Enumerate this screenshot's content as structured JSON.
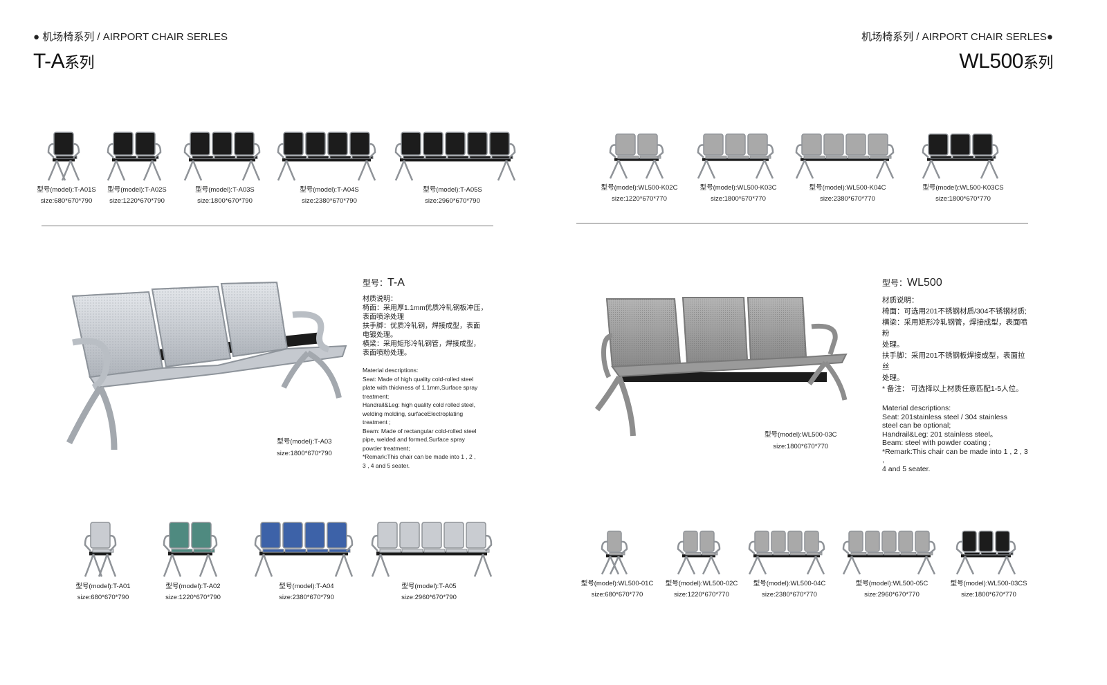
{
  "left": {
    "series_tag": "● 机场椅系列 / AIRPORT CHAIR SERLES",
    "series_title": "T-A",
    "series_suffix": "系列",
    "top_products": [
      {
        "model": "型号(model):T-A01S",
        "size": "size:680*670*790",
        "seats": 1,
        "color": "black"
      },
      {
        "model": "型号(model):T-A02S",
        "size": "size:1220*670*790",
        "seats": 2,
        "color": "black"
      },
      {
        "model": "型号(model):T-A03S",
        "size": "size:1800*670*790",
        "seats": 3,
        "color": "black"
      },
      {
        "model": "型号(model):T-A04S",
        "size": "size:2380*670*790",
        "seats": 4,
        "color": "black"
      },
      {
        "model": "型号(model):T-A05S",
        "size": "size:2960*670*790",
        "seats": 5,
        "color": "black"
      }
    ],
    "hero": {
      "model": "型号(model):T-A03",
      "size": "size:1800*670*790"
    },
    "description": {
      "model_prefix": "型号：",
      "model_name": "T-A",
      "cn": "材质说明：\n椅面：采用厚1.1mm优质冷轧钢板冲压，\n表面喷涂处理\n扶手脚：优质冷轧钢，焊接成型，表面\n电镀处理。\n横梁：采用矩形冷轧钢管，焊接成型，\n表面喷粉处理。",
      "en": "Material descriptions:\nSeat:  Made of high quality cold-rolled steel\nplate with thickness of 1.1mm,Surface spray\n treatment;\nHandrail&Leg:  high quality cold rolled steel,\nwelding molding, surfaceElectroplating\n treatment ;\nBeam:  Made of rectangular cold-rolled steel\n pipe, welded and formed,Surface spray\npowder treatment;\n*Remark:This chair can be made into 1 , 2 ,\n3 , 4 and 5 seater."
    },
    "bottom_products": [
      {
        "model": "型号(model):T-A01",
        "size": "size:680*670*790",
        "seats": 1,
        "color": "silver"
      },
      {
        "model": "型号(model):T-A02",
        "size": "size:1220*670*790",
        "seats": 2,
        "color": "green"
      },
      {
        "model": "型号(model):T-A04",
        "size": "size:2380*670*790",
        "seats": 4,
        "color": "blue"
      },
      {
        "model": "型号(model):T-A05",
        "size": "size:2960*670*790",
        "seats": 5,
        "color": "silver"
      }
    ]
  },
  "right": {
    "series_tag": "机场椅系列 / AIRPORT CHAIR SERLES●",
    "series_title": "WL500",
    "series_suffix": "系列",
    "top_products": [
      {
        "model": "型号(model):WL500-K02C",
        "size": "size:1220*670*770",
        "seats": 2,
        "color": "steel"
      },
      {
        "model": "型号(model):WL500-K03C",
        "size": "size:1800*670*770",
        "seats": 3,
        "color": "steel"
      },
      {
        "model": "型号(model):WL500-K04C",
        "size": "size:2380*670*770",
        "seats": 4,
        "color": "steel"
      },
      {
        "model": "型号(model):WL500-K03CS",
        "size": "size:1800*670*770",
        "seats": 3,
        "color": "black"
      }
    ],
    "hero": {
      "model": "型号(model):WL500-03C",
      "size": "size:1800*670*770"
    },
    "description": {
      "model_prefix": "型号：",
      "model_name": "WL500",
      "cn": "材质说明：\n椅面：可选用201不锈钢材质/304不锈钢材质;\n横梁：采用矩形冷轧钢管，焊接成型，表面喷粉\n处理。\n扶手脚：采用201不锈钢板焊接成型，表面拉丝\n处理。\n* 备注：  可选择以上材质任意匹配1-5人位。",
      "en": "Material descriptions:\nSeat:  201stainless steel / 304 stainless\n steel can be optional;\nHandrail&Leg:  201 stainless steel。\nBeam:  steel with powder coating ;\n*Remark:This chair can be made into 1 , 2 , 3 ,\n4 and 5 seater."
    },
    "bottom_products": [
      {
        "model": "型号(model):WL500-01C",
        "size": "size:680*670*770",
        "seats": 1,
        "color": "steel"
      },
      {
        "model": "型号(model):WL500-02C",
        "size": "size:1220*670*770",
        "seats": 2,
        "color": "steel"
      },
      {
        "model": "型号(model):WL500-04C",
        "size": "size:2380*670*770",
        "seats": 4,
        "color": "steel"
      },
      {
        "model": "型号(model):WL500-05C",
        "size": "size:2960*670*770",
        "seats": 5,
        "color": "steel"
      },
      {
        "model": "型号(model):WL500-03CS",
        "size": "size:1800*670*770",
        "seats": 3,
        "color": "black"
      }
    ]
  },
  "colors": {
    "black": "#1c1c1c",
    "silver": "#c9ccd1",
    "green": "#4f8a80",
    "blue": "#3d62a8",
    "steel": "#a9a9a9",
    "frame": "#8f9398"
  }
}
